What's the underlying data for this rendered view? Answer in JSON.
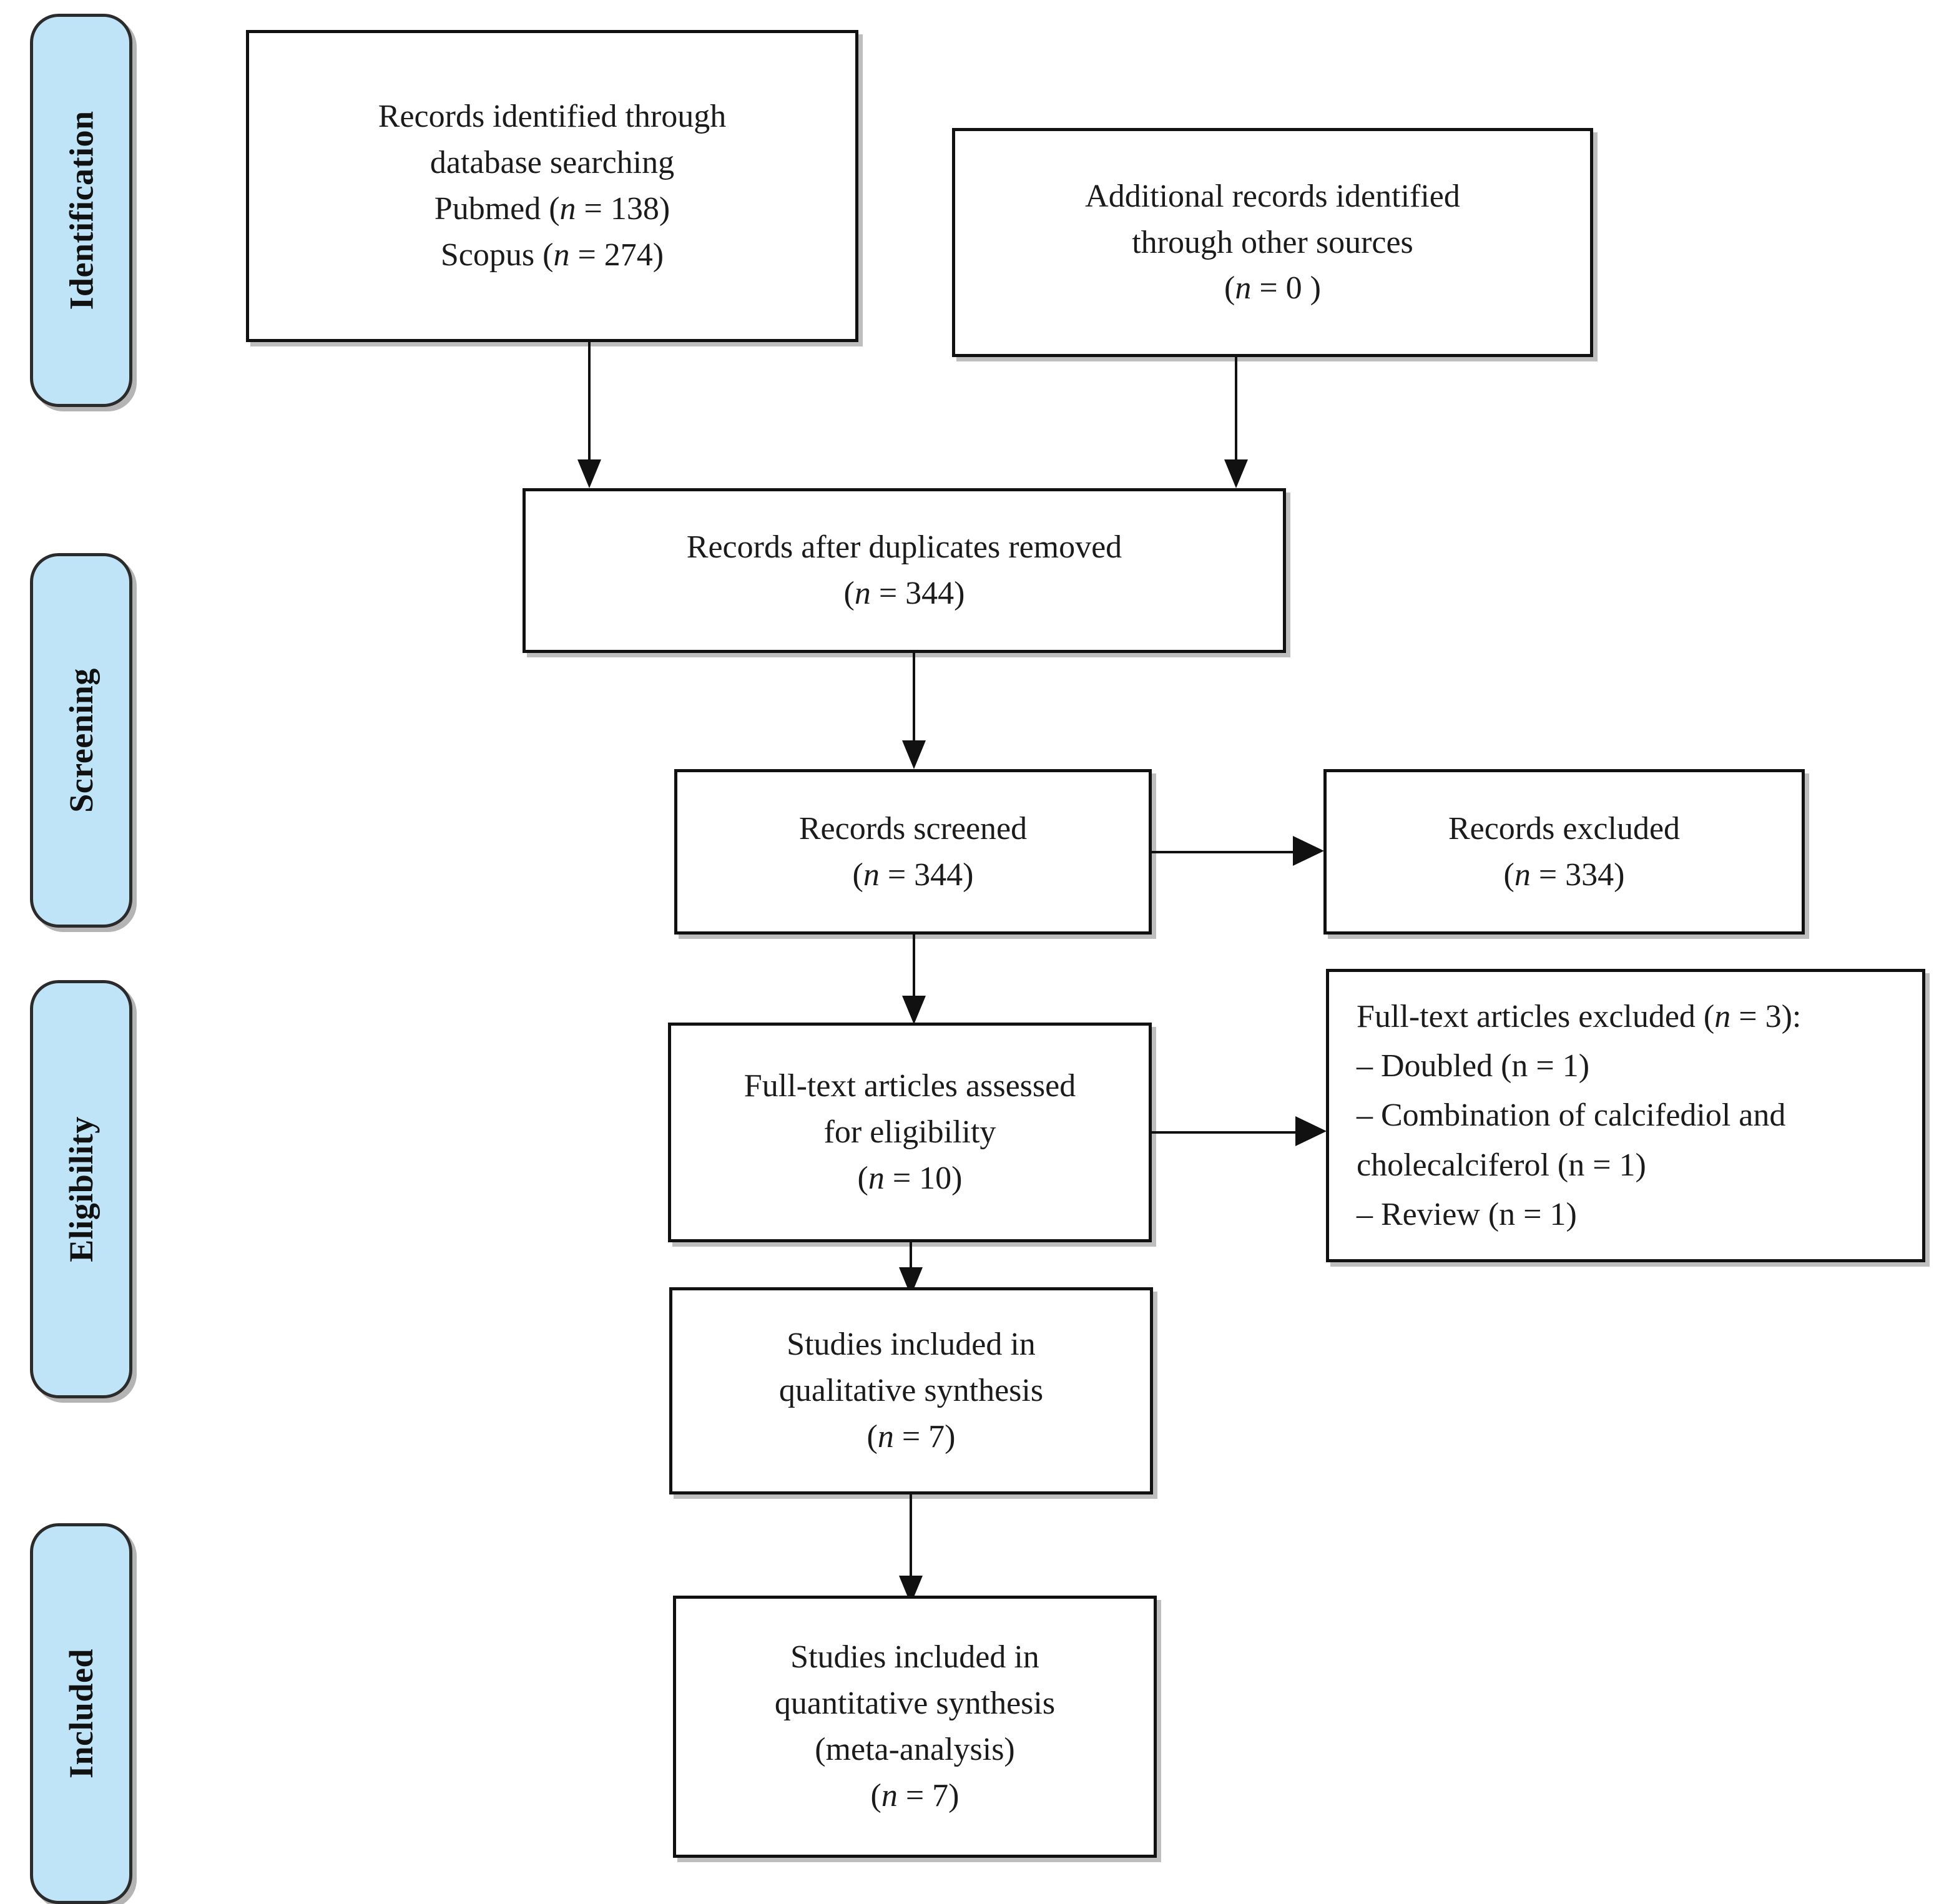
{
  "diagram": {
    "type": "prisma-flow-diagram",
    "accent_color": "#bfe4f8",
    "line_color": "#111111",
    "phases": [
      {
        "id": "identification",
        "label": "Identification"
      },
      {
        "id": "screening",
        "label": "Screening"
      },
      {
        "id": "eligibility",
        "label": "Eligibility"
      },
      {
        "id": "included",
        "label": "Included"
      }
    ],
    "boxes": {
      "records_identified": {
        "lines": [
          "Records identified through",
          "database searching",
          "Pubmed (n = 138)",
          "Scopus (n = 274)"
        ],
        "counts": {
          "pubmed": 138,
          "scopus": 274
        }
      },
      "additional_records": {
        "lines": [
          "Additional records identified",
          "through other sources",
          "(n = 0 )"
        ],
        "counts": {
          "other_sources": 0
        }
      },
      "after_duplicates": {
        "lines": [
          "Records after duplicates removed",
          "(n = 344)"
        ],
        "counts": {
          "after_duplicates": 344
        }
      },
      "records_screened": {
        "lines": [
          "Records screened",
          "(n = 344)"
        ],
        "counts": {
          "screened": 344
        }
      },
      "records_excluded": {
        "lines": [
          "Records excluded",
          "(n = 334)"
        ],
        "counts": {
          "excluded": 334
        }
      },
      "fulltext_assessed": {
        "lines": [
          "Full-text articles assessed",
          "for eligibility",
          "(n = 10)"
        ],
        "counts": {
          "assessed": 10
        }
      },
      "fulltext_excluded": {
        "lines": [
          "Full-text articles excluded (n = 3):",
          "– Doubled (n = 1)",
          "– Combination of calcifediol and",
          "cholecalciferol (n = 1)",
          "– Review (n = 1)"
        ],
        "counts": {
          "total_excluded": 3,
          "doubled": 1,
          "combination": 1,
          "review": 1
        }
      },
      "qualitative": {
        "lines": [
          "Studies included in",
          "qualitative synthesis",
          "(n = 7)"
        ],
        "counts": {
          "qualitative": 7
        }
      },
      "quantitative": {
        "lines": [
          "Studies included in",
          "quantitative synthesis",
          "(meta-analysis)",
          "(n = 7)"
        ],
        "counts": {
          "quantitative": 7
        }
      }
    }
  }
}
